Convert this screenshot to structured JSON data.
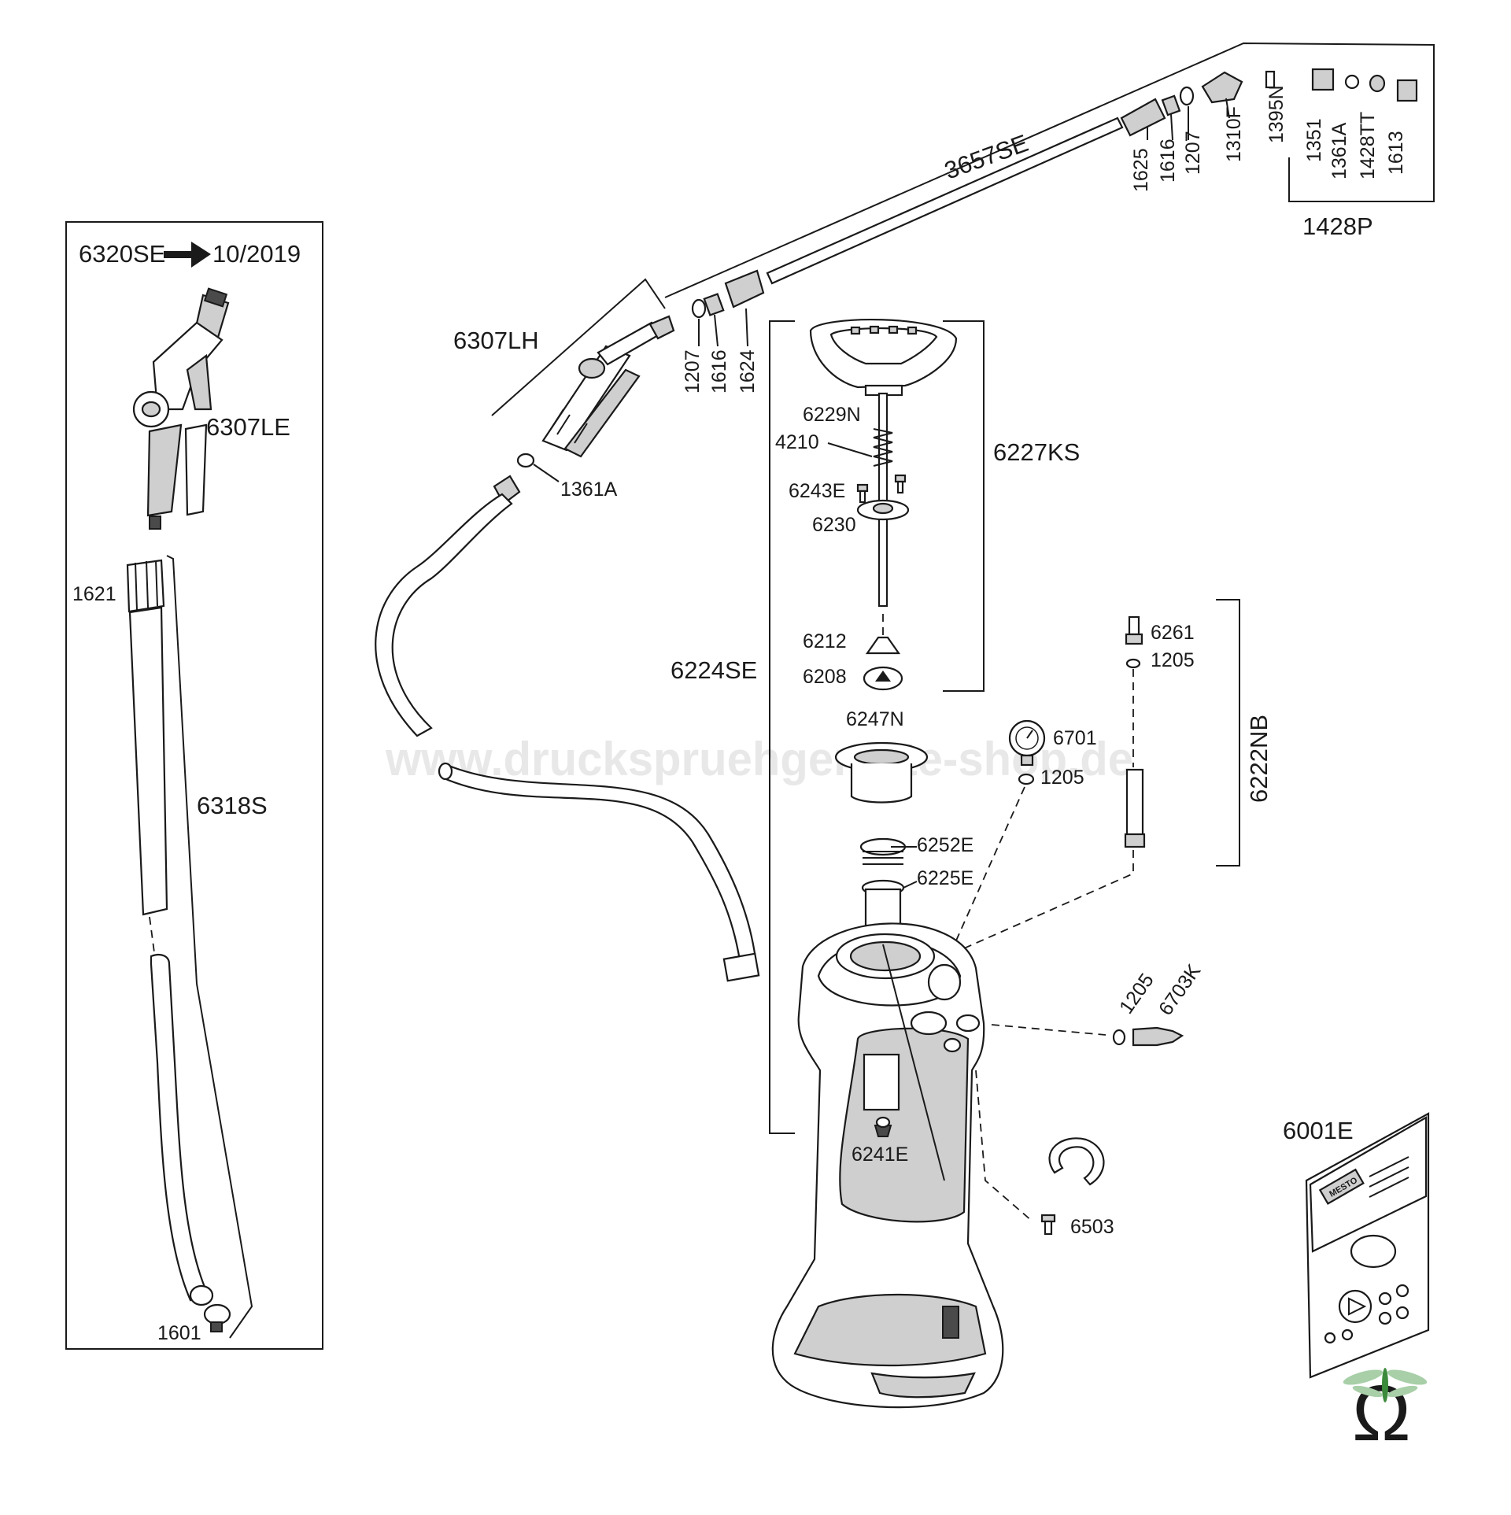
{
  "watermark": "www.druckspruehgeraete-shop.de",
  "left_panel": {
    "header_left": "6320SE",
    "header_right": "10/2019",
    "labels": {
      "gun_le": "6307LE",
      "nut": "1621",
      "hose": "6318S",
      "clip": "1601"
    }
  },
  "lance": {
    "gun_lh": "6307LH",
    "oring_gun": "1361A",
    "lance_tube": "3657SE",
    "near_parts": [
      "1207",
      "1616",
      "1624"
    ],
    "far_parts": [
      "1625",
      "1616",
      "1207",
      "1310F",
      "1395N"
    ],
    "nozzle_set": [
      "1351",
      "1361A",
      "1428TT",
      "1613"
    ],
    "nozzle_set_name": "1428P"
  },
  "pump": {
    "group_ks": "6227KS",
    "group_se": "6224SE",
    "handle": "6229N",
    "spring": "4210",
    "screws": "6243E",
    "guide": "6230",
    "valve": "6212",
    "seal": "6208",
    "ring": "6247N"
  },
  "tank": {
    "cyl": "6252E",
    "oring": "6225E",
    "gauge": "6701",
    "gauge_seal": "1205",
    "vent_valve": "6261",
    "vent_seal": "1205",
    "group_nb": "6222NB",
    "side_seal": "1205",
    "side_valve": "6703K",
    "bottom_valve": "6241E",
    "clip": "6503",
    "sticker": "6001E"
  },
  "sticker_brand": "MESTO",
  "logo_glyph": "Ω"
}
